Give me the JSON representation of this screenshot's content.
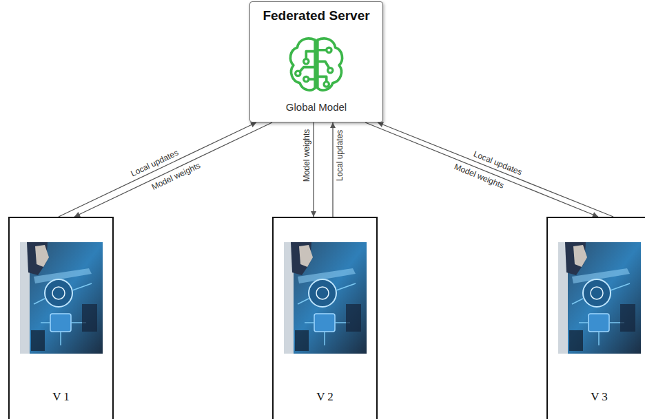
{
  "diagram": {
    "nodes": [
      {
        "text": [
          "Federated Server",
          "Global Model"
        ]
      },
      {
        "text": [
          "V 1"
        ]
      },
      {
        "text": [
          "V 2"
        ]
      },
      {
        "text": [
          "V 3"
        ]
      }
    ],
    "edges": [
      {
        "from": 1,
        "to": 0,
        "arrow": "to",
        "label": "Local updates"
      },
      {
        "from": 0,
        "to": 1,
        "arrow": "to",
        "label": "Model weights"
      },
      {
        "from": 0,
        "to": 2,
        "arrow": "to",
        "label": "Model weights"
      },
      {
        "from": 2,
        "to": 0,
        "arrow": "to",
        "label": "Local updates"
      },
      {
        "from": 3,
        "to": 0,
        "arrow": "to",
        "label": "Local updates"
      },
      {
        "from": 0,
        "to": 3,
        "arrow": "to",
        "label": "Model weights"
      }
    ]
  }
}
